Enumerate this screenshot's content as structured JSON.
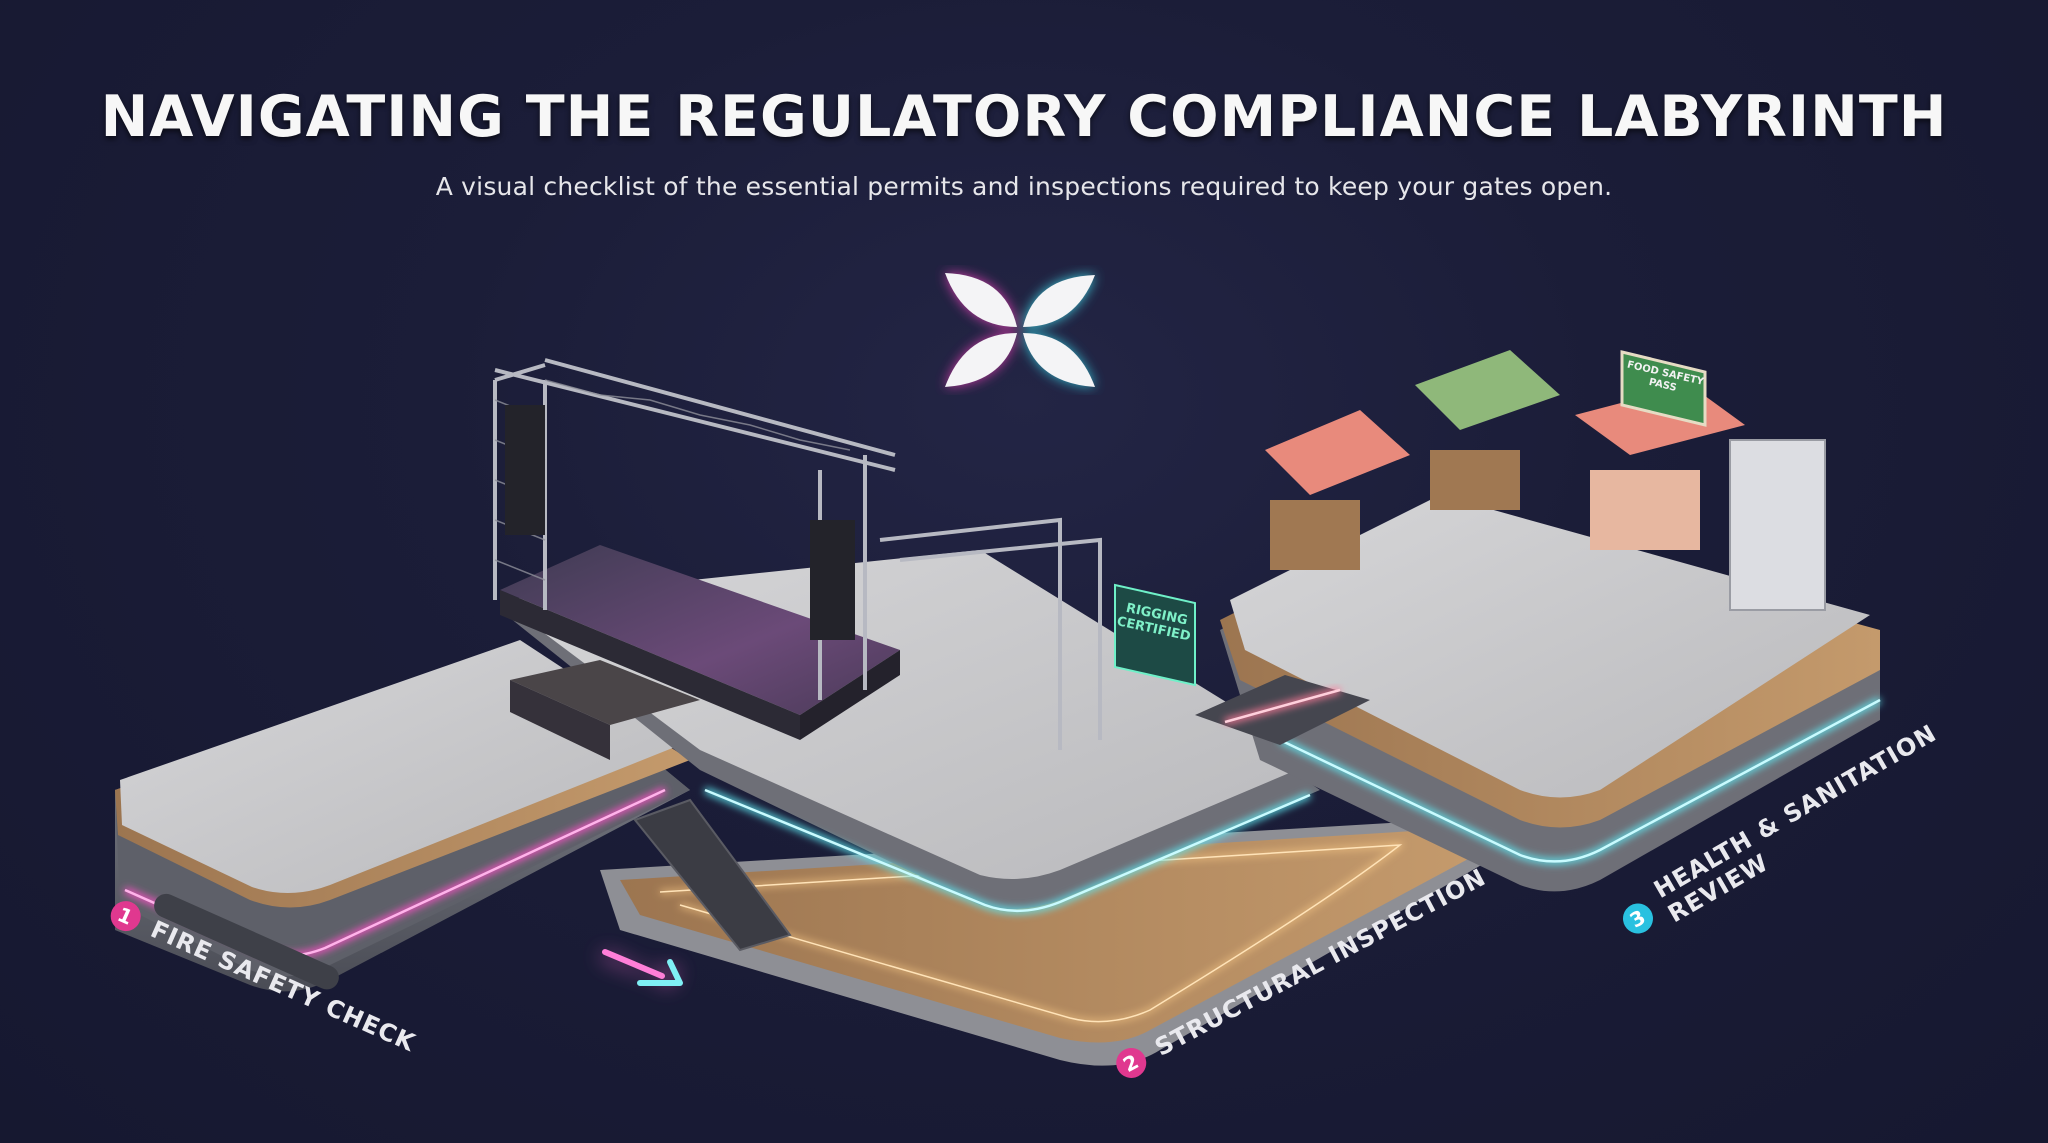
{
  "header": {
    "title": "NAVIGATING THE REGULATORY COMPLIANCE LABYRINTH",
    "subtitle": "A visual checklist of the essential permits and inspections required to keep your gates open."
  },
  "logo": {
    "icon": "four-petal-logo-icon",
    "glow_colors": [
      "#e040b0",
      "#40d8e8"
    ]
  },
  "steps": [
    {
      "number": "1",
      "label": "FIRE SAFETY CHECK",
      "badge_color": "#e0388f",
      "accent_glow": "#ff4fc8"
    },
    {
      "number": "2",
      "label": "STRUCTURAL INSPECTION",
      "badge_color": "#e0388f",
      "accent_glow": "#5fe6f0"
    },
    {
      "number": "3",
      "label_line1": "HEALTH & SANITATION",
      "label_line2": "REVIEW",
      "badge_color": "#29c1e0",
      "accent_glow": "#48e0f0"
    }
  ],
  "signs": {
    "rigging": {
      "line1": "RIGGING",
      "line2": "CERTIFIED",
      "text_color": "#7ff0c8"
    },
    "food": {
      "line1": "FOOD SAFETY",
      "line2": "PASS",
      "bg_color": "#3f8c4e"
    }
  },
  "colors": {
    "background": "#1b1d38",
    "platform_top": "#cfcfcf",
    "wood_trim": "#b48a5c",
    "metal_base": "#6b6e78"
  }
}
